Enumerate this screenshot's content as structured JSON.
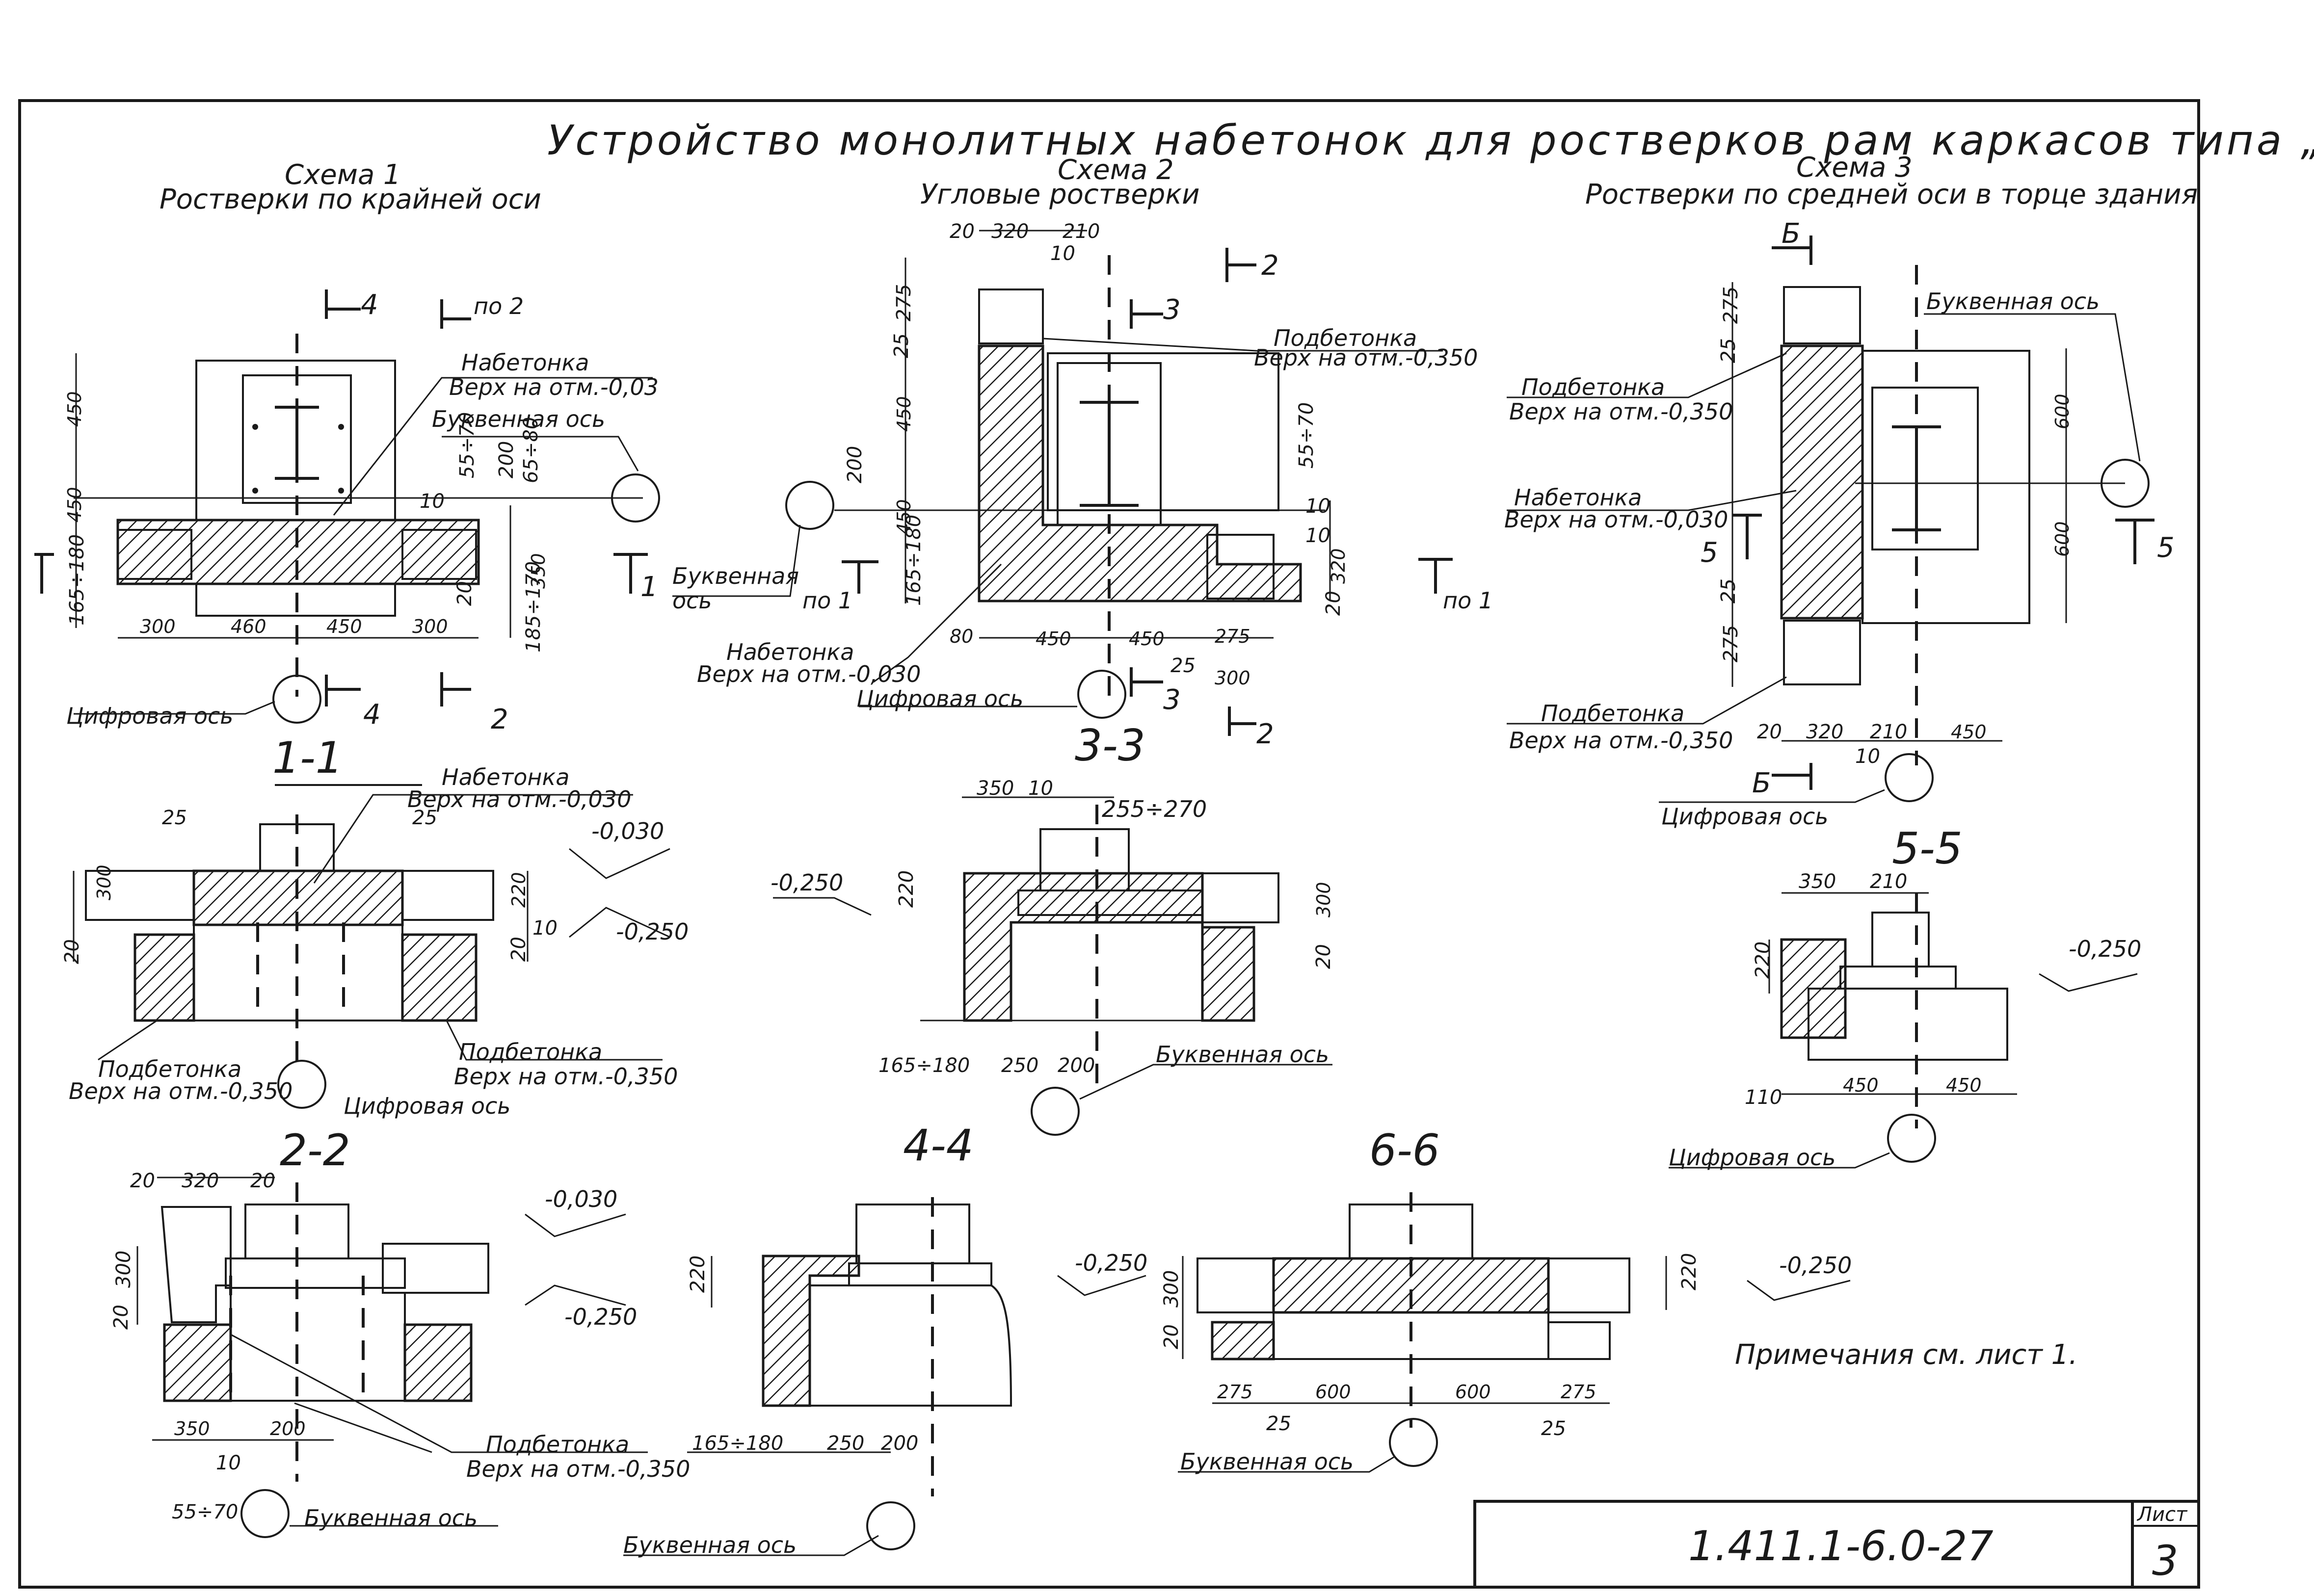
{
  "title": "Устройство монолитных набетонок для ростверков рам каркасов типа „Канск“",
  "schemes": [
    {
      "title": "Схема 1",
      "subtitle": "Ростверки по крайней оси"
    },
    {
      "title": "Схема 2",
      "subtitle": "Угловые ростверки"
    },
    {
      "title": "Схема 3",
      "subtitle": "Ростверки по средней оси в торце здания"
    }
  ],
  "labels": {
    "nabetonka": "Набетонка",
    "podbetonka": "Подбетонка",
    "bukv_os": "Буквенная ось",
    "tsifr_os": "Цифровая ось",
    "verh_003": "Верх на отм.-0,03",
    "verh_0030": "Верх на отм.-0,030",
    "verh_0350": "Верх на отм.-0,350",
    "bukv_split_1": "Буквенная",
    "bukv_split_2": "ось",
    "po2": "по 2",
    "po1": "по 1"
  },
  "section_marks": {
    "s4": "4",
    "s2": "2",
    "s3": "3",
    "s1": "1",
    "s5": "5",
    "s6": "Б"
  },
  "sections": [
    "1-1",
    "2-2",
    "3-3",
    "4-4",
    "5-5",
    "6-6"
  ],
  "elevations": [
    "-0,030",
    "-0,250"
  ],
  "dims": {
    "s1": {
      "h450a": "450",
      "h450b": "450",
      "h165": "165÷180",
      "w300a": "300",
      "w460": "460",
      "w450": "450",
      "w300b": "300",
      "d10": "10",
      "d55": "55÷70",
      "d200": "200",
      "d65": "65÷80",
      "d350": "350",
      "d20": "20",
      "d185": "185÷170"
    },
    "s2": {
      "w20": "20",
      "w320": "320",
      "w210": "210",
      "w10": "10",
      "h275": "275",
      "h25": "25",
      "h450": "450",
      "h200": "200",
      "h450b": "450",
      "h165": "165÷180",
      "w80": "80",
      "w450a": "450",
      "w450b": "450",
      "w275": "275",
      "w25": "25",
      "w300": "300",
      "r55": "55÷70",
      "r10a": "10",
      "r10b": "10",
      "r320": "320",
      "r20": "20"
    },
    "s3": {
      "h275a": "275",
      "h25a": "25",
      "h600a": "600",
      "h600b": "600",
      "h25b": "25",
      "h275b": "275",
      "w20": "20",
      "w320": "320",
      "w210": "210",
      "w450": "450",
      "w10": "10"
    },
    "sec11": {
      "w25a": "25",
      "w25b": "25",
      "h300": "300",
      "h20": "20",
      "h220": "220",
      "h20b": "20",
      "h10": "10"
    },
    "sec33": {
      "w350": "350",
      "w10": "10",
      "w255": "255÷270",
      "h220": "220",
      "h300": "300",
      "h20": "20",
      "w165": "165÷180",
      "w250": "250",
      "w200": "200"
    },
    "sec22": {
      "w20a": "20",
      "w320": "320",
      "w20b": "20",
      "h300": "300",
      "h20": "20",
      "w350": "350",
      "w200": "200",
      "w10": "10",
      "w55": "55÷70"
    },
    "sec44": {
      "h220": "220",
      "w165": "165÷180",
      "w250": "250",
      "w200": "200"
    },
    "sec55": {
      "w350": "350",
      "w210": "210",
      "h220": "220",
      "w110": "110",
      "w450a": "450",
      "w450b": "450"
    },
    "sec66": {
      "h300": "300",
      "h20": "20",
      "h220": "220",
      "w275a": "275",
      "w600a": "600",
      "w600b": "600",
      "w275b": "275",
      "w25a": "25",
      "w25b": "25"
    }
  },
  "note": "Примечания см. лист 1.",
  "stamp": {
    "code": "1.411.1-6.0-27",
    "sheet_label": "Лист",
    "sheet_number": "3"
  }
}
